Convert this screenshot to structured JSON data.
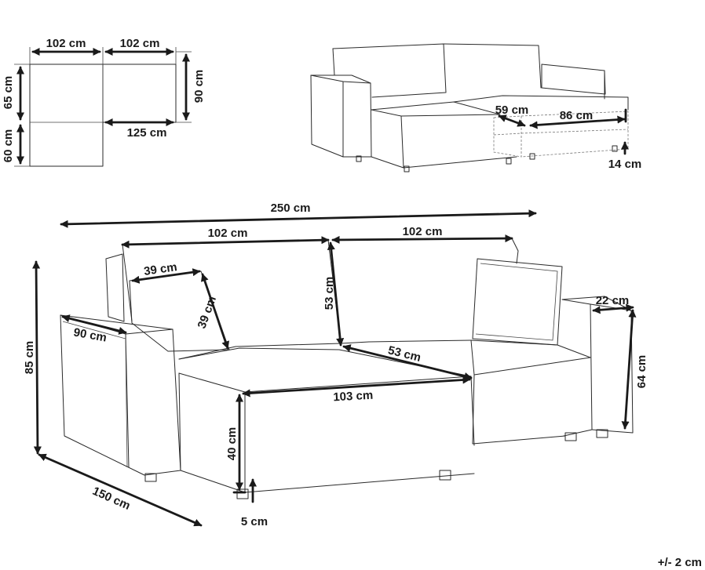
{
  "plan": {
    "top_left": "102 cm",
    "top_right": "102 cm",
    "left_upper": "65 cm",
    "left_lower": "60 cm",
    "right_height": "90 cm",
    "inner_bottom": "125 cm"
  },
  "small_view": {
    "chaise_depth": "59 cm",
    "chaise_width": "86 cm",
    "leg_height": "14 cm"
  },
  "main_view": {
    "overall_width": "250 cm",
    "back_left": "102 cm",
    "back_right": "102 cm",
    "pillow_width": "39 cm",
    "pillow_height": "39 cm",
    "back_height": "53 cm",
    "seat_depth": "53 cm",
    "armrest_depth_left": "90 cm",
    "armrest_width_right": "22 cm",
    "armrest_height_right": "64 cm",
    "total_height": "85 cm",
    "chaise_length": "103 cm",
    "seat_height": "40 cm",
    "leg_height": "5 cm",
    "depth": "150 cm"
  },
  "tolerance": "+/- 2 cm",
  "colors": {
    "ink": "#1a1a1a",
    "outline": "#2a2a2a",
    "background": "#ffffff"
  }
}
